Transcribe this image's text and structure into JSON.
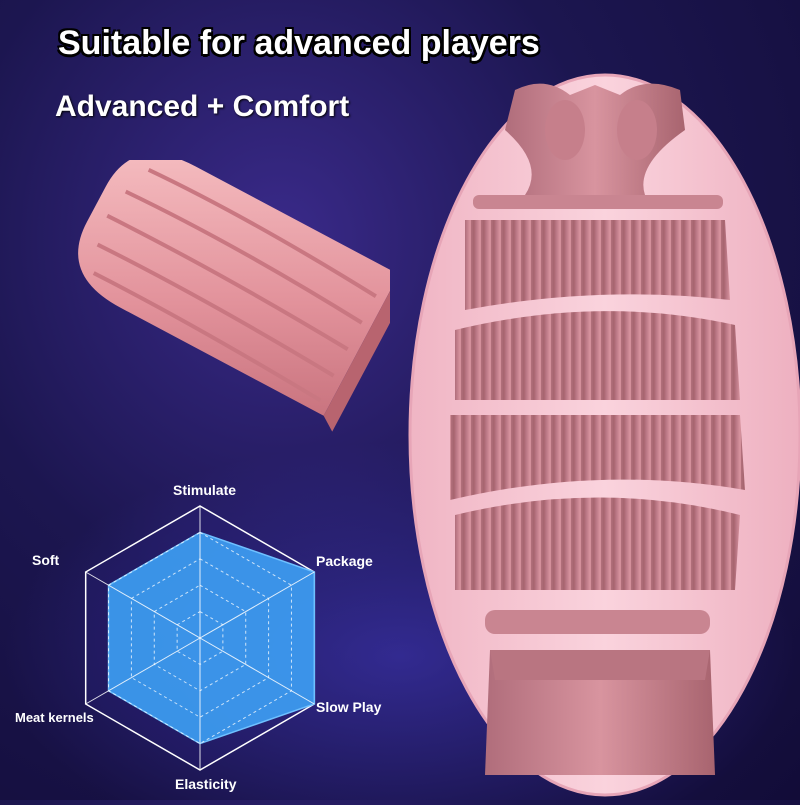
{
  "headline": "Suitable for advanced players",
  "tagline": "Advanced + Comfort",
  "colors": {
    "background": "#1c1650",
    "sleeve_outer": "#f6c6d2",
    "sleeve_inner": "#c98591",
    "insert": "#e79aa2",
    "radar_fill": "#3d9df2",
    "radar_grid": "#ffffff"
  },
  "radar": {
    "axes": [
      "Stimulate",
      "Package",
      "Slow Play",
      "Elasticity",
      "Meat kernels",
      "Soft"
    ]
  },
  "chart_data": {
    "type": "radar",
    "axes": [
      "Stimulate",
      "Package",
      "Slow Play",
      "Elasticity",
      "Meat kernels",
      "Soft"
    ],
    "levels": 5,
    "values": [
      4,
      5,
      5,
      4,
      4,
      4
    ],
    "max": 5
  }
}
